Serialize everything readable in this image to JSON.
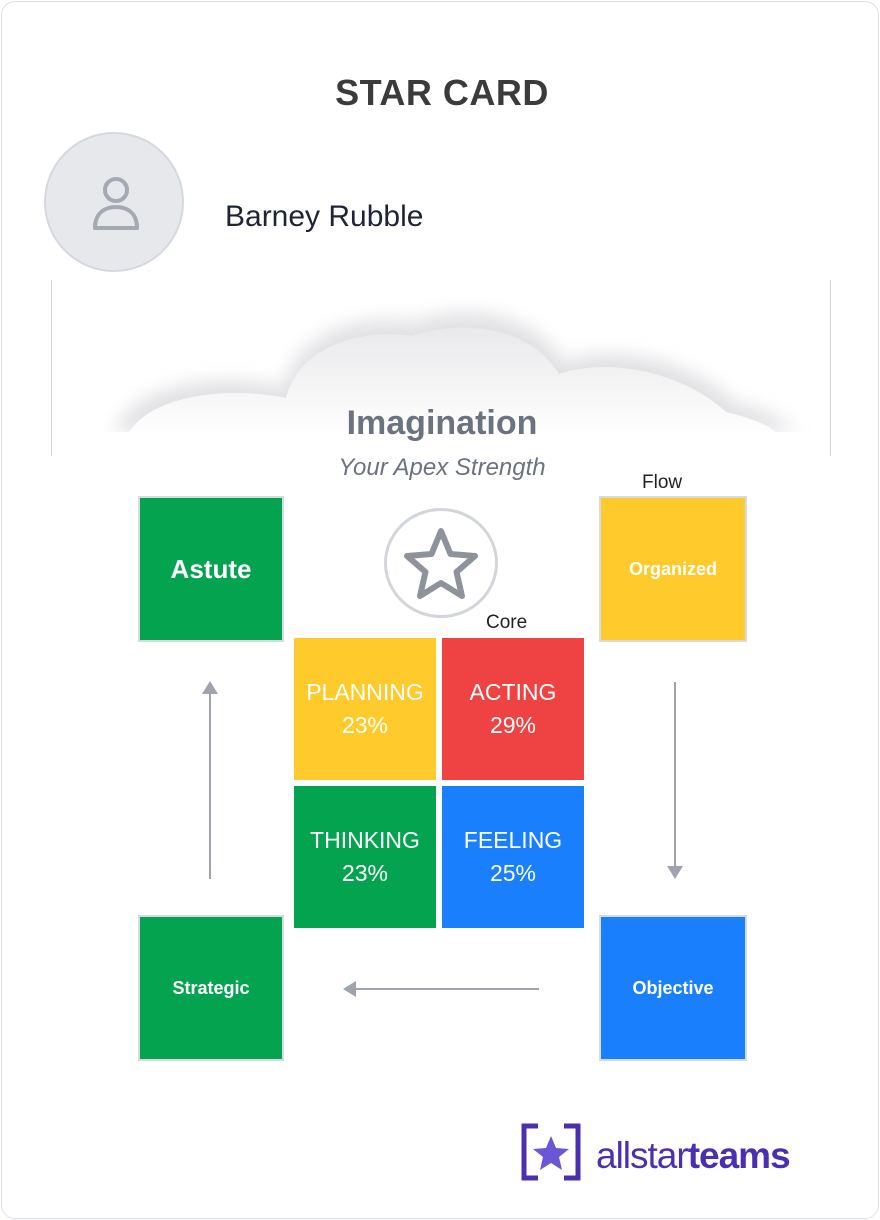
{
  "card": {
    "title": "STAR CARD",
    "user_name": "Barney Rubble"
  },
  "apex": {
    "strength": "Imagination",
    "subtitle": "Your Apex Strength"
  },
  "labels": {
    "flow": "Flow",
    "core": "Core"
  },
  "flow_tiles": {
    "top_left": "Astute",
    "top_right": "Organized",
    "bottom_right": "Objective",
    "bottom_left": "Strategic"
  },
  "quadrants": [
    {
      "name": "PLANNING",
      "percent": "23%",
      "color": "#ffca2b"
    },
    {
      "name": "ACTING",
      "percent": "29%",
      "color": "#ef4242"
    },
    {
      "name": "THINKING",
      "percent": "23%",
      "color": "#04a350"
    },
    {
      "name": "FEELING",
      "percent": "25%",
      "color": "#1a7ffc"
    }
  ],
  "logo": {
    "light": "allstar",
    "bold": "teams"
  },
  "icons": {
    "avatar": "user-icon",
    "apex": "star-icon",
    "logo": "allstarteams-logo-icon"
  },
  "colors": {
    "green": "#04a350",
    "yellow": "#ffca2b",
    "red": "#ef4242",
    "blue": "#1a7ffc",
    "brand": "#4c2fb0"
  }
}
